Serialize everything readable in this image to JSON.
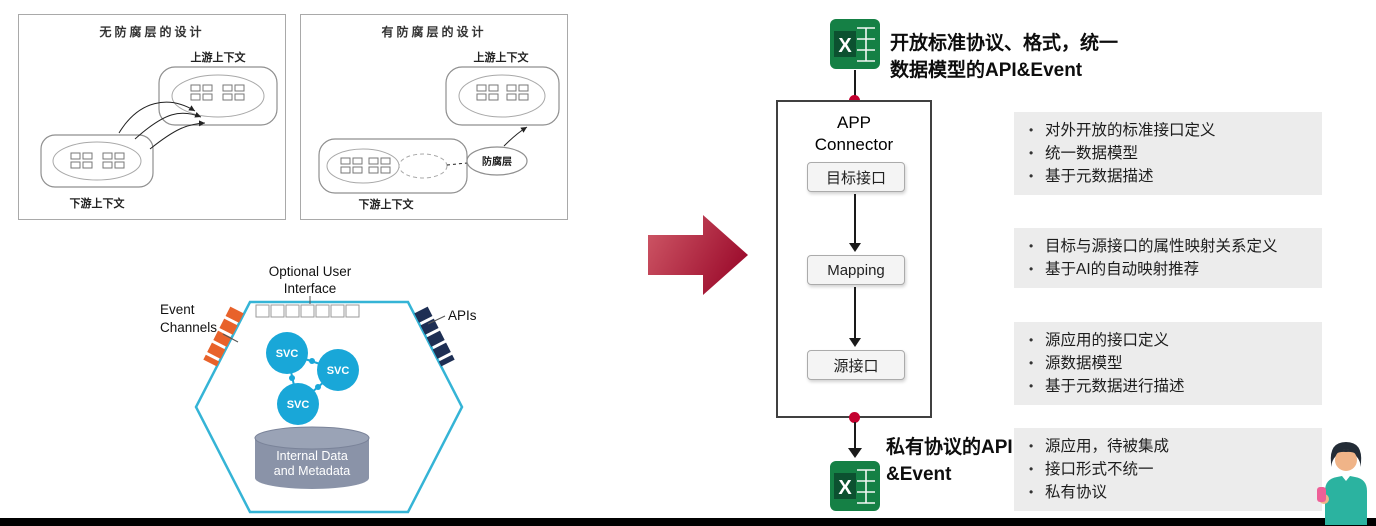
{
  "acl_panels": {
    "left": {
      "title": "无防腐层的设计",
      "upstream_label": "上游上下文",
      "downstream_label": "下游上下文"
    },
    "right": {
      "title": "有防腐层的设计",
      "upstream_label": "上游上下文",
      "downstream_label": "下游上下文",
      "acl_label": "防腐层"
    }
  },
  "hexagon": {
    "top_label_line1": "Optional User",
    "top_label_line2": "Interface",
    "left_label_line1": "Event",
    "left_label_line2": "Channels",
    "right_label": "APIs",
    "svc_label": "SVC",
    "datastore_line1": "Internal Data",
    "datastore_line2": "and Metadata"
  },
  "flow": {
    "top_caption_line1": "开放标准协议、格式，统一",
    "top_caption_line2": "数据模型的API&Event",
    "connector_title_line1": "APP",
    "connector_title_line2": "Connector",
    "steps": [
      "目标接口",
      "Mapping",
      "源接口"
    ],
    "bottom_caption_line1": "私有协议的API",
    "bottom_caption_line2": "&Event"
  },
  "notes": [
    {
      "items": [
        "对外开放的标准接口定义",
        "统一数据模型",
        "基于元数据描述"
      ]
    },
    {
      "items": [
        "目标与源接口的属性映射关系定义",
        "基于AI的自动映射推荐"
      ]
    },
    {
      "items": [
        "源应用的接口定义",
        "源数据模型",
        "基于元数据进行描述"
      ]
    },
    {
      "items": [
        "源应用，待被集成",
        "接口形式不统一",
        "私有协议"
      ]
    }
  ],
  "colors": {
    "arrow_red": "#a81232",
    "excel_green": "#158045",
    "svc_cyan": "#19a7d8",
    "hex_border": "#35b4d6",
    "event_channel_orange": "#e8622a",
    "api_navy": "#1e2f54",
    "note_bg": "#ececec",
    "datastore_gray": "#8a93a8",
    "junction_red": "#c3002f"
  }
}
